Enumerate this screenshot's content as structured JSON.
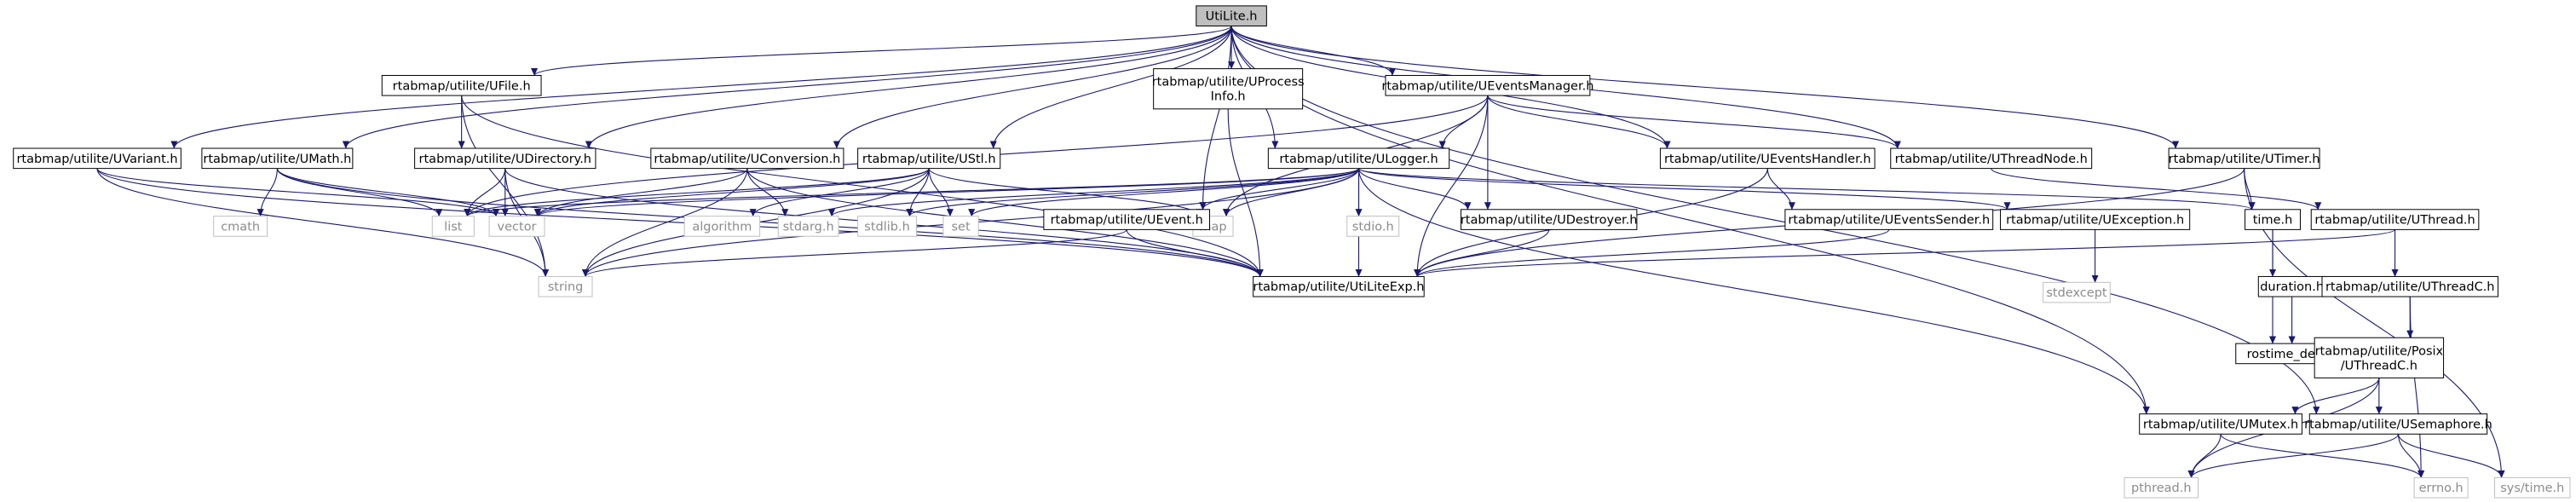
{
  "colors": {
    "edge": "#191970",
    "root_fill": "#bfbfbf",
    "node_fill": "#ffffff",
    "node_border": "#000000",
    "system_border": "#bfbfbf",
    "system_text": "#8c8c8c"
  },
  "nodes": [
    {
      "id": "n0",
      "label": [
        "UtiLite.h"
      ],
      "kind": "root"
    },
    {
      "id": "n1",
      "label": [
        "rtabmap/utilite/UFile.h"
      ],
      "kind": "header"
    },
    {
      "id": "n2",
      "label": [
        "rtabmap/utilite/UProcess",
        "Info.h"
      ],
      "kind": "header"
    },
    {
      "id": "n3",
      "label": [
        "rtabmap/utilite/UEventsManager.h"
      ],
      "kind": "header"
    },
    {
      "id": "n4",
      "label": [
        "rtabmap/utilite/UVariant.h"
      ],
      "kind": "header"
    },
    {
      "id": "n5",
      "label": [
        "rtabmap/utilite/UMath.h"
      ],
      "kind": "header"
    },
    {
      "id": "n6",
      "label": [
        "rtabmap/utilite/UDirectory.h"
      ],
      "kind": "header"
    },
    {
      "id": "n7",
      "label": [
        "rtabmap/utilite/UConversion.h"
      ],
      "kind": "header"
    },
    {
      "id": "n8",
      "label": [
        "rtabmap/utilite/UStl.h"
      ],
      "kind": "header"
    },
    {
      "id": "n9",
      "label": [
        "rtabmap/utilite/ULogger.h"
      ],
      "kind": "header"
    },
    {
      "id": "n10",
      "label": [
        "rtabmap/utilite/UEventsHandler.h"
      ],
      "kind": "header"
    },
    {
      "id": "n11",
      "label": [
        "rtabmap/utilite/UThreadNode.h"
      ],
      "kind": "header"
    },
    {
      "id": "n12",
      "label": [
        "rtabmap/utilite/UTimer.h"
      ],
      "kind": "header"
    },
    {
      "id": "n13",
      "label": [
        "cmath"
      ],
      "kind": "system"
    },
    {
      "id": "n14",
      "label": [
        "list"
      ],
      "kind": "system"
    },
    {
      "id": "n15",
      "label": [
        "vector"
      ],
      "kind": "system"
    },
    {
      "id": "n16",
      "label": [
        "algorithm"
      ],
      "kind": "system"
    },
    {
      "id": "n17",
      "label": [
        "stdarg.h"
      ],
      "kind": "system"
    },
    {
      "id": "n18",
      "label": [
        "stdlib.h"
      ],
      "kind": "system"
    },
    {
      "id": "n19",
      "label": [
        "set"
      ],
      "kind": "system"
    },
    {
      "id": "n20",
      "label": [
        "map"
      ],
      "kind": "system"
    },
    {
      "id": "n21",
      "label": [
        "stdio.h"
      ],
      "kind": "system"
    },
    {
      "id": "n22",
      "label": [
        "rtabmap/utilite/UEvent.h"
      ],
      "kind": "header"
    },
    {
      "id": "n23",
      "label": [
        "rtabmap/utilite/UDestroyer.h"
      ],
      "kind": "header"
    },
    {
      "id": "n24",
      "label": [
        "rtabmap/utilite/UEventsSender.h"
      ],
      "kind": "header"
    },
    {
      "id": "n25",
      "label": [
        "rtabmap/utilite/UException.h"
      ],
      "kind": "header"
    },
    {
      "id": "n26",
      "label": [
        "time.h"
      ],
      "kind": "header"
    },
    {
      "id": "n27",
      "label": [
        "rtabmap/utilite/UThread.h"
      ],
      "kind": "header"
    },
    {
      "id": "n28",
      "label": [
        "string"
      ],
      "kind": "system"
    },
    {
      "id": "n29",
      "label": [
        "rtabmap/utilite/UtiLiteExp.h"
      ],
      "kind": "header"
    },
    {
      "id": "n30",
      "label": [
        "stdexcept"
      ],
      "kind": "system"
    },
    {
      "id": "n31",
      "label": [
        "duration.h"
      ],
      "kind": "header"
    },
    {
      "id": "n32",
      "label": [
        "rtabmap/utilite/UThreadC.h"
      ],
      "kind": "header"
    },
    {
      "id": "n33",
      "label": [
        "rostime_decl.h"
      ],
      "kind": "header"
    },
    {
      "id": "n34",
      "label": [
        "rtabmap/utilite/Posix",
        "/UThreadC.h"
      ],
      "kind": "header"
    },
    {
      "id": "n35",
      "label": [
        "rtabmap/utilite/UMutex.h"
      ],
      "kind": "header"
    },
    {
      "id": "n36",
      "label": [
        "rtabmap/utilite/USemaphore.h"
      ],
      "kind": "header"
    },
    {
      "id": "n37",
      "label": [
        "pthread.h"
      ],
      "kind": "system"
    },
    {
      "id": "n38",
      "label": [
        "errno.h"
      ],
      "kind": "system"
    },
    {
      "id": "n39",
      "label": [
        "sys/time.h"
      ],
      "kind": "system"
    }
  ],
  "edges": [
    [
      "n0",
      "n1"
    ],
    [
      "n0",
      "n2"
    ],
    [
      "n0",
      "n3"
    ],
    [
      "n0",
      "n4"
    ],
    [
      "n0",
      "n5"
    ],
    [
      "n0",
      "n6"
    ],
    [
      "n0",
      "n7"
    ],
    [
      "n0",
      "n8"
    ],
    [
      "n0",
      "n9"
    ],
    [
      "n0",
      "n10"
    ],
    [
      "n0",
      "n11"
    ],
    [
      "n0",
      "n12"
    ],
    [
      "n0",
      "n22"
    ],
    [
      "n0",
      "n35"
    ],
    [
      "n0",
      "n36"
    ],
    [
      "n1",
      "n6"
    ],
    [
      "n1",
      "n28"
    ],
    [
      "n1",
      "n29"
    ],
    [
      "n2",
      "n29"
    ],
    [
      "n3",
      "n9"
    ],
    [
      "n3",
      "n10"
    ],
    [
      "n3",
      "n11"
    ],
    [
      "n3",
      "n14"
    ],
    [
      "n3",
      "n20"
    ],
    [
      "n3",
      "n23"
    ],
    [
      "n3",
      "n29"
    ],
    [
      "n4",
      "n28"
    ],
    [
      "n4",
      "n15"
    ],
    [
      "n4",
      "n29"
    ],
    [
      "n5",
      "n13"
    ],
    [
      "n5",
      "n14"
    ],
    [
      "n5",
      "n15"
    ],
    [
      "n5",
      "n29"
    ],
    [
      "n6",
      "n14"
    ],
    [
      "n6",
      "n15"
    ],
    [
      "n6",
      "n28"
    ],
    [
      "n6",
      "n29"
    ],
    [
      "n7",
      "n15"
    ],
    [
      "n7",
      "n17"
    ],
    [
      "n7",
      "n28"
    ],
    [
      "n7",
      "n29"
    ],
    [
      "n8",
      "n14"
    ],
    [
      "n8",
      "n15"
    ],
    [
      "n8",
      "n16"
    ],
    [
      "n8",
      "n18"
    ],
    [
      "n8",
      "n19"
    ],
    [
      "n8",
      "n20"
    ],
    [
      "n8",
      "n28"
    ],
    [
      "n9",
      "n14"
    ],
    [
      "n9",
      "n15"
    ],
    [
      "n9",
      "n17"
    ],
    [
      "n9",
      "n18"
    ],
    [
      "n9",
      "n19"
    ],
    [
      "n9",
      "n20"
    ],
    [
      "n9",
      "n21"
    ],
    [
      "n9",
      "n22"
    ],
    [
      "n9",
      "n23"
    ],
    [
      "n9",
      "n25"
    ],
    [
      "n9",
      "n26"
    ],
    [
      "n9",
      "n28"
    ],
    [
      "n9",
      "n29"
    ],
    [
      "n9",
      "n35"
    ],
    [
      "n10",
      "n24"
    ],
    [
      "n10",
      "n29"
    ],
    [
      "n11",
      "n27"
    ],
    [
      "n12",
      "n26"
    ],
    [
      "n12",
      "n29"
    ],
    [
      "n12",
      "n39"
    ],
    [
      "n22",
      "n28"
    ],
    [
      "n22",
      "n29"
    ],
    [
      "n23",
      "n29"
    ],
    [
      "n24",
      "n29"
    ],
    [
      "n25",
      "n30"
    ],
    [
      "n26",
      "n31"
    ],
    [
      "n26",
      "n33"
    ],
    [
      "n27",
      "n29"
    ],
    [
      "n27",
      "n32"
    ],
    [
      "n31",
      "n33"
    ],
    [
      "n32",
      "n34"
    ],
    [
      "n32",
      "n38"
    ],
    [
      "n34",
      "n35"
    ],
    [
      "n34",
      "n36"
    ],
    [
      "n34",
      "n37"
    ],
    [
      "n35",
      "n37"
    ],
    [
      "n35",
      "n38"
    ],
    [
      "n36",
      "n37"
    ],
    [
      "n36",
      "n38"
    ],
    [
      "n36",
      "n39"
    ]
  ]
}
